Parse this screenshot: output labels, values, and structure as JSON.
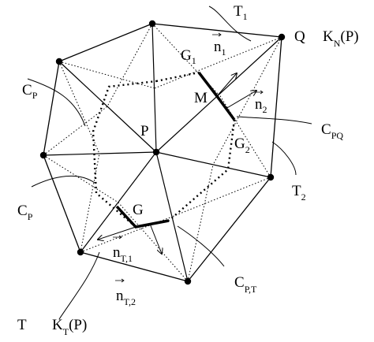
{
  "labels": {
    "T1": "T",
    "T1_sub": "1",
    "Q": "Q",
    "KN": "K",
    "KN_sub": "N",
    "KN_arg": "(P)",
    "n1": "n",
    "n1_sub": "1",
    "G1": "G",
    "G1_sub": "1",
    "M": "M",
    "n2": "n",
    "n2_sub": "2",
    "CP_top": "C",
    "CP_top_sub": "P",
    "P": "P",
    "CPQ": "C",
    "CPQ_sub": "PQ",
    "G2": "G",
    "G2_sub": "2",
    "T2": "T",
    "T2_sub": "2",
    "CP_mid": "C",
    "CP_mid_sub": "P",
    "G": "G",
    "nT1": "n",
    "nT1_sub": "T,1",
    "nT2": "n",
    "nT2_sub": "T,2",
    "CPT": "C",
    "CPT_sub": "P,T",
    "T": "T",
    "KT": "K",
    "KT_sub": "T",
    "KT_arg": "(P)"
  }
}
